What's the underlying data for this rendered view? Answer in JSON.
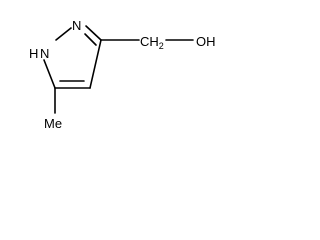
{
  "molecule": {
    "atoms": {
      "n_top": "N",
      "nh": "H",
      "nh_n": "N",
      "ch2": "CH",
      "ch2_sub": "2",
      "oh": "OH",
      "methyl": "Me"
    }
  },
  "colors": {
    "bond": "#000000",
    "background": "#ffffff"
  }
}
